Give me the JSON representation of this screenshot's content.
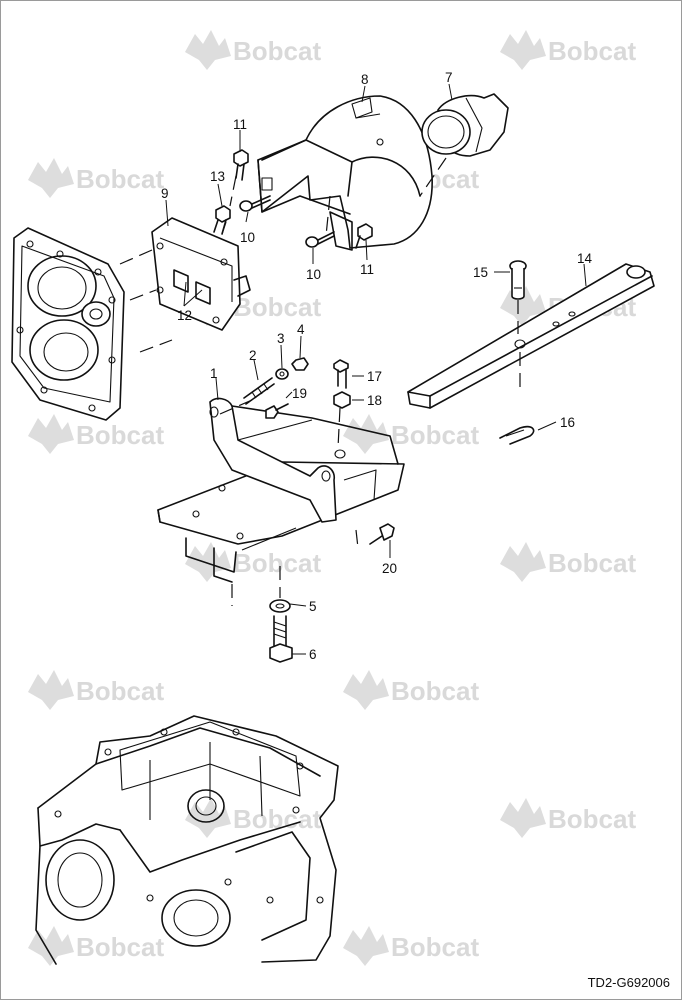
{
  "watermark": {
    "brand": "Bobcat"
  },
  "diagram_code": "TD2-G692006",
  "callouts": [
    {
      "id": "callout-1",
      "label": "1"
    },
    {
      "id": "callout-2",
      "label": "2"
    },
    {
      "id": "callout-3",
      "label": "3"
    },
    {
      "id": "callout-4",
      "label": "4"
    },
    {
      "id": "callout-5",
      "label": "5"
    },
    {
      "id": "callout-6",
      "label": "6"
    },
    {
      "id": "callout-7",
      "label": "7"
    },
    {
      "id": "callout-8",
      "label": "8"
    },
    {
      "id": "callout-9",
      "label": "9"
    },
    {
      "id": "callout-10a",
      "label": "10"
    },
    {
      "id": "callout-10b",
      "label": "10"
    },
    {
      "id": "callout-11a",
      "label": "11"
    },
    {
      "id": "callout-11b",
      "label": "11"
    },
    {
      "id": "callout-12",
      "label": "12"
    },
    {
      "id": "callout-13",
      "label": "13"
    },
    {
      "id": "callout-14",
      "label": "14"
    },
    {
      "id": "callout-15",
      "label": "15"
    },
    {
      "id": "callout-16",
      "label": "16"
    },
    {
      "id": "callout-17",
      "label": "17"
    },
    {
      "id": "callout-18",
      "label": "18"
    },
    {
      "id": "callout-19",
      "label": "19"
    },
    {
      "id": "callout-20",
      "label": "20"
    }
  ]
}
